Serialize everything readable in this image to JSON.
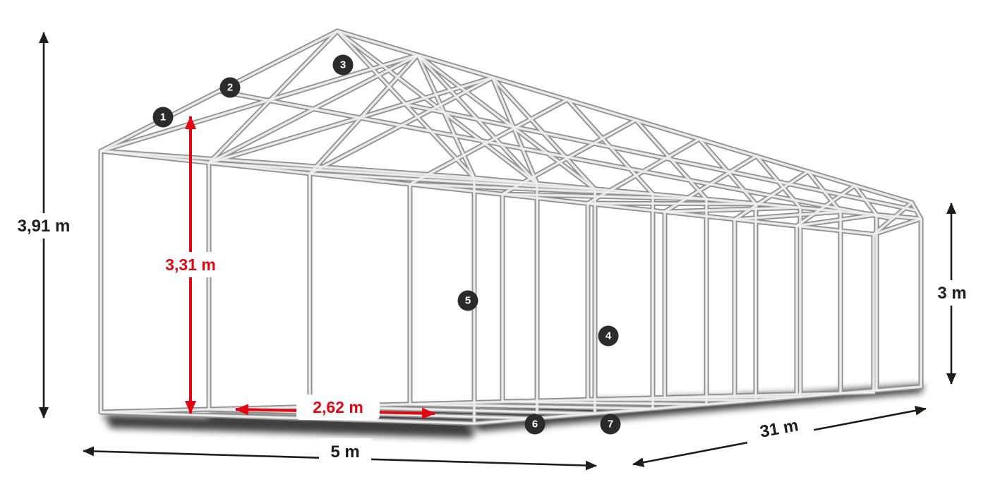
{
  "diagram": {
    "type": "tent-steel-frame-construction",
    "dimensions": {
      "ridge_height": "3,91 m",
      "clearance_height": "3,31 m",
      "side_height": "3 m",
      "bay_spacing": "2,62 m",
      "width": "5 m",
      "length": "31 m"
    },
    "markers": [
      {
        "label": "1"
      },
      {
        "label": "2"
      },
      {
        "label": "3"
      },
      {
        "label": "4"
      },
      {
        "label": "5"
      },
      {
        "label": "6"
      },
      {
        "label": "7"
      }
    ],
    "colors": {
      "dimension_black": "#1d1d1b",
      "dimension_red": "#e30613",
      "frame_tube": "#dadada",
      "frame_outline": "#8d8d8d",
      "marker_background": "#2b2b2b",
      "shadow": "#000000",
      "background": "#ffffff"
    }
  }
}
